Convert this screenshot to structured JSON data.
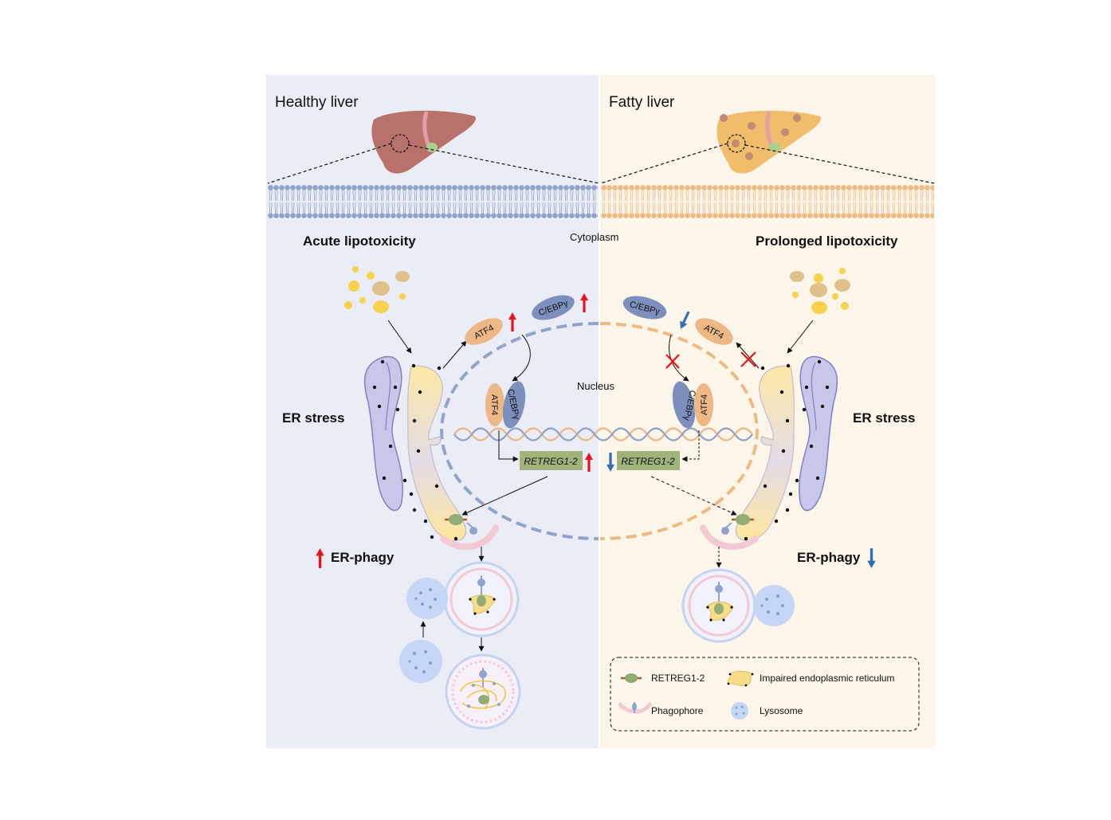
{
  "panels": {
    "left": {
      "title": "Healthy liver",
      "condition": "Acute lipotoxicity"
    },
    "right": {
      "title": "Fatty liver",
      "condition": "Prolonged lipotoxicity"
    }
  },
  "labels": {
    "cytoplasm": "Cytoplasm",
    "nucleus": "Nucleus",
    "er_stress_left": "ER stress",
    "er_stress_right": "ER stress",
    "er_phagy_left": "ER-phagy",
    "er_phagy_right": "ER-phagy",
    "atf4": "ATF4",
    "cebpg": "C/EBPγ",
    "gene": "RETREG1-2"
  },
  "legend": {
    "retreg": "RETREG1-2",
    "impaired_er": "Impaired endoplasmic reticulum",
    "phagophore": "Phagophore",
    "lysosome": "Lysosome"
  },
  "colors": {
    "left_bg": "#eaedf5",
    "right_bg": "#fcf5e9",
    "membrane_left": "#8fa3cc",
    "membrane_right": "#f0b97f",
    "up_arrow": "#e8141a",
    "down_arrow": "#2f6fb3",
    "atf4": "#edb786",
    "cebpg": "#7d8fbc",
    "gene_box": "#9fb37a"
  }
}
